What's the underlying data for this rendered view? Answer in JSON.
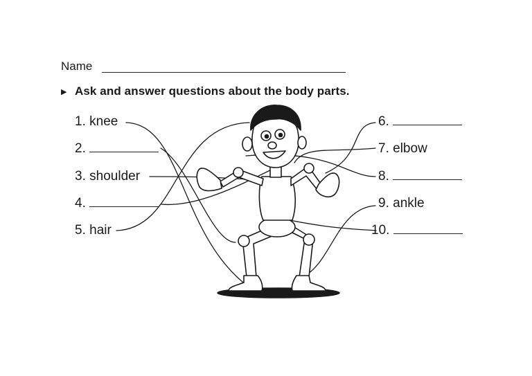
{
  "worksheet": {
    "name_label": "Name",
    "instruction": "Ask and answer questions about the body parts.",
    "left_labels": [
      {
        "number": "1.",
        "text": "knee"
      },
      {
        "number": "2.",
        "text": ""
      },
      {
        "number": "3.",
        "text": "shoulder"
      },
      {
        "number": "4.",
        "text": ""
      },
      {
        "number": "5.",
        "text": "hair"
      }
    ],
    "right_labels": [
      {
        "number": "6.",
        "text": ""
      },
      {
        "number": "7.",
        "text": "elbow"
      },
      {
        "number": "8.",
        "text": ""
      },
      {
        "number": "9.",
        "text": "ankle"
      },
      {
        "number": "10.",
        "text": ""
      }
    ]
  }
}
